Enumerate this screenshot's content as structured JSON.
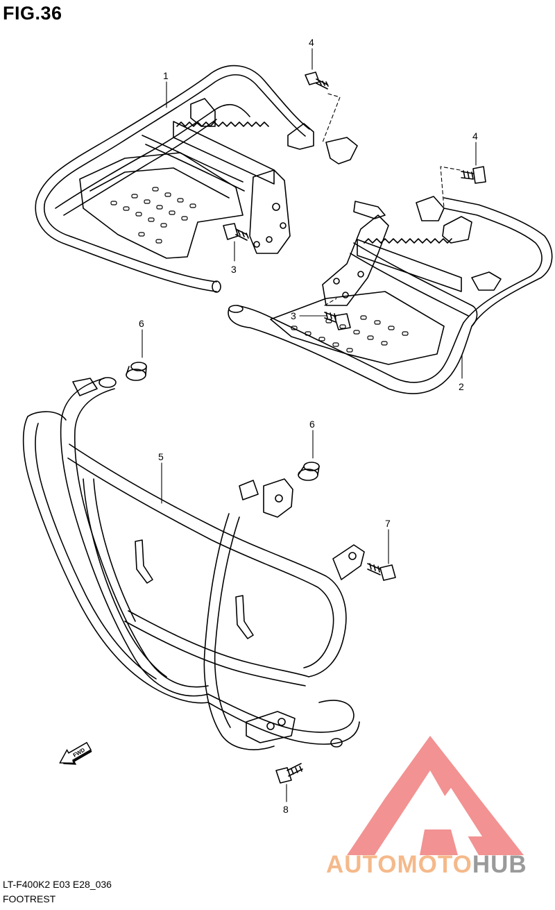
{
  "figure": {
    "title": "FIG.36",
    "model_code": "LT-F400K2 E03 E28_036",
    "section_name": "FOOTREST"
  },
  "callouts": [
    {
      "id": "c1",
      "label": "1"
    },
    {
      "id": "c2",
      "label": "2"
    },
    {
      "id": "c3a",
      "label": "3"
    },
    {
      "id": "c3b",
      "label": "3"
    },
    {
      "id": "c4a",
      "label": "4"
    },
    {
      "id": "c4b",
      "label": "4"
    },
    {
      "id": "c5",
      "label": "5"
    },
    {
      "id": "c6a",
      "label": "6"
    },
    {
      "id": "c6b",
      "label": "6"
    },
    {
      "id": "c7",
      "label": "7"
    },
    {
      "id": "c8",
      "label": "8"
    }
  ],
  "fwd_arrow": {
    "label": "FWD"
  },
  "watermark": {
    "brand_part1": "AUTOMOTO",
    "brand_part2": "HUB",
    "color_logo": "#f08080",
    "color_text1": "#f5b98a",
    "color_text2": "#9a9a9a"
  }
}
